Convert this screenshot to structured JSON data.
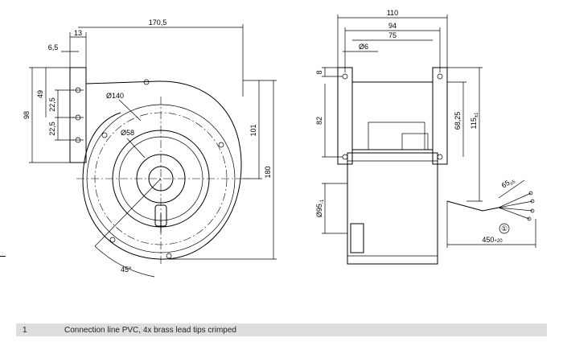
{
  "front_view": {
    "width_overall": "170,5",
    "bracket_offset": "13",
    "bracket_edge": "6,5",
    "hole_pitch": "49",
    "hole_step_a": "22,5",
    "hole_step_b": "22,5",
    "bracket_height": "98",
    "housing_diameter": "Ø140",
    "hub_diameter": "Ø58",
    "outlet_to_center": "101",
    "housing_height": "180",
    "angle": "45°"
  },
  "side_view": {
    "width_overall": "110",
    "width_mid": "94",
    "width_inner": "75",
    "hole_diameter": "Ø6",
    "flange_edge": "8",
    "flange_height": "82",
    "outlet_height": "68,25",
    "outlet_total": "115",
    "outlet_total_tol": "±1",
    "motor_diameter": "Ø95",
    "motor_diameter_tol": "-1",
    "strip_length": "65",
    "strip_length_tol": "±5",
    "cable_length": "450",
    "cable_length_tol": "+20",
    "callout": "①"
  },
  "legend": {
    "number": "1",
    "text": "Connection line PVC, 4x brass lead tips crimped"
  }
}
